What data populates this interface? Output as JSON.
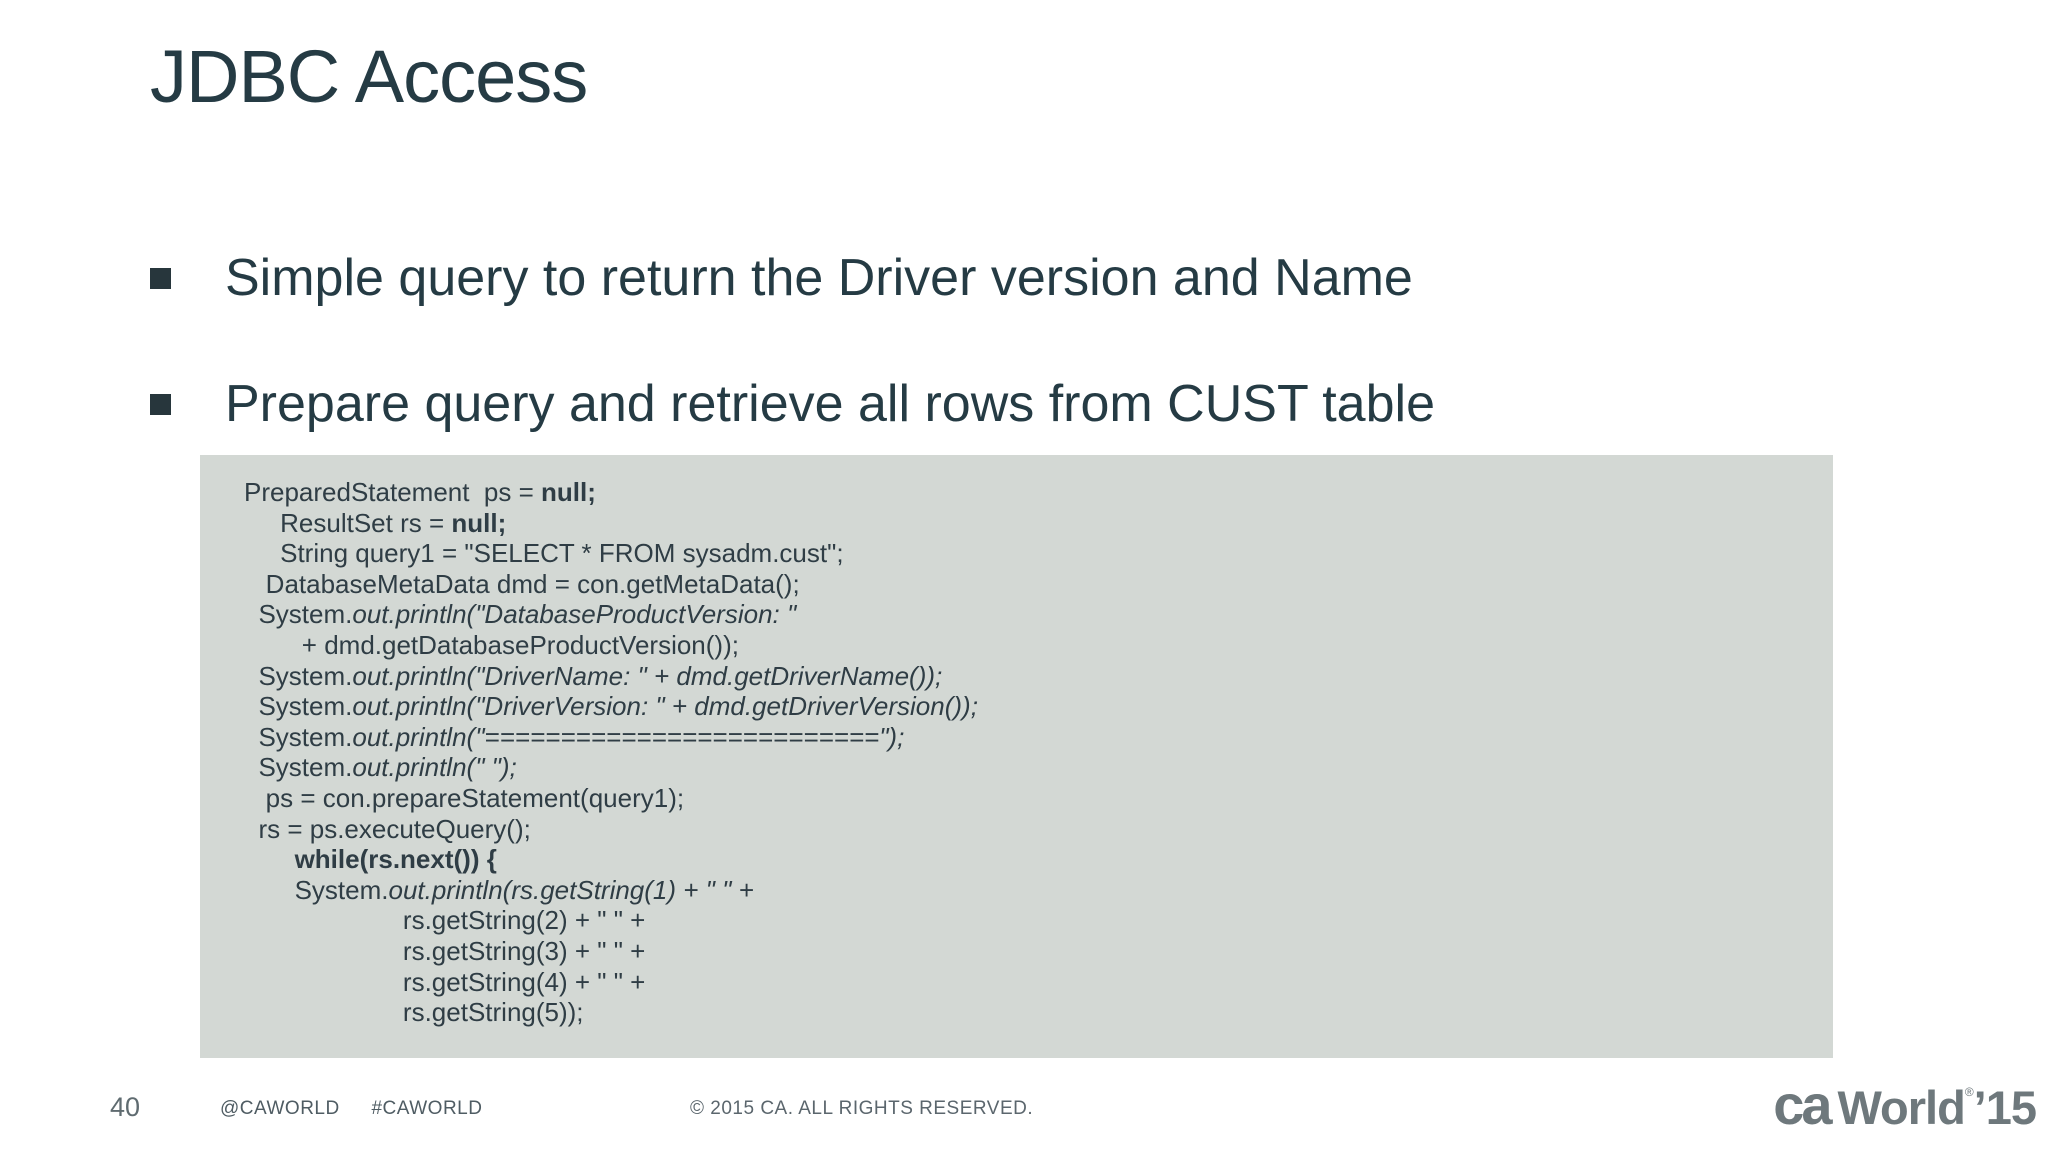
{
  "slide": {
    "title": "JDBC Access"
  },
  "bullets": {
    "items": [
      {
        "text": "Simple query to return the Driver version and Name"
      },
      {
        "text": "Prepare query and retrieve all rows from CUST table"
      }
    ]
  },
  "code": {
    "lines": [
      [
        {
          "t": "PreparedStatement  ps = ",
          "s": "r"
        },
        {
          "t": "null;",
          "s": "b"
        }
      ],
      [
        {
          "t": "     ResultSet rs = ",
          "s": "r"
        },
        {
          "t": "null;",
          "s": "b"
        }
      ],
      [
        {
          "t": "     String query1 = \"SELECT * FROM sysadm.cust\";",
          "s": "r"
        }
      ],
      [
        {
          "t": "   DatabaseMetaData dmd = con.getMetaData();",
          "s": "r"
        }
      ],
      [
        {
          "t": "  System.",
          "s": "r"
        },
        {
          "t": "out.println(\"DatabaseProductVersion: \"",
          "s": "i"
        }
      ],
      [
        {
          "t": "        + dmd.getDatabaseProductVersion());",
          "s": "r"
        }
      ],
      [
        {
          "t": "  System.",
          "s": "r"
        },
        {
          "t": "out.println(\"DriverName: \" + dmd.getDriverName());",
          "s": "i"
        }
      ],
      [
        {
          "t": "  System.",
          "s": "r"
        },
        {
          "t": "out.println(\"DriverVersion: \" + dmd.getDriverVersion());",
          "s": "i"
        }
      ],
      [
        {
          "t": "  System.",
          "s": "r"
        },
        {
          "t": "out.println(\"==========================\");",
          "s": "i"
        }
      ],
      [
        {
          "t": "  System.",
          "s": "r"
        },
        {
          "t": "out.println(\" \");",
          "s": "i"
        }
      ],
      [
        {
          "t": "   ps = con.prepareStatement(query1);",
          "s": "r"
        }
      ],
      [
        {
          "t": "  rs = ps.executeQuery();",
          "s": "r"
        }
      ],
      [
        {
          "t": "       ",
          "s": "r"
        },
        {
          "t": "while(rs.next()) {",
          "s": "b"
        }
      ],
      [
        {
          "t": "       System.",
          "s": "r"
        },
        {
          "t": "out.println(rs.getString(1) + \" \" +",
          "s": "i"
        }
      ],
      [
        {
          "t": "                      rs.getString(2) + \" \" +",
          "s": "r"
        }
      ],
      [
        {
          "t": "                      rs.getString(3) + \" \" +",
          "s": "r"
        }
      ],
      [
        {
          "t": "                      rs.getString(4) + \" \" +",
          "s": "r"
        }
      ],
      [
        {
          "t": "                      rs.getString(5));",
          "s": "r"
        }
      ]
    ]
  },
  "footer": {
    "page_number": "40",
    "handle1": "@CAWORLD",
    "handle2": "#CAWORLD",
    "copyright": "© 2015 CA. ALL RIGHTS RESERVED."
  },
  "logo": {
    "ca": "ca",
    "world": "World",
    "reg": "®",
    "year": "’15"
  },
  "colors": {
    "background": "#ffffff",
    "heading_text": "#253b44",
    "bullet_marker": "#27363c",
    "code_box_background": "#d3d8d4",
    "code_text": "#2f3d45",
    "footer_text": "#5b666d",
    "logo_gray": "#6e787c"
  }
}
